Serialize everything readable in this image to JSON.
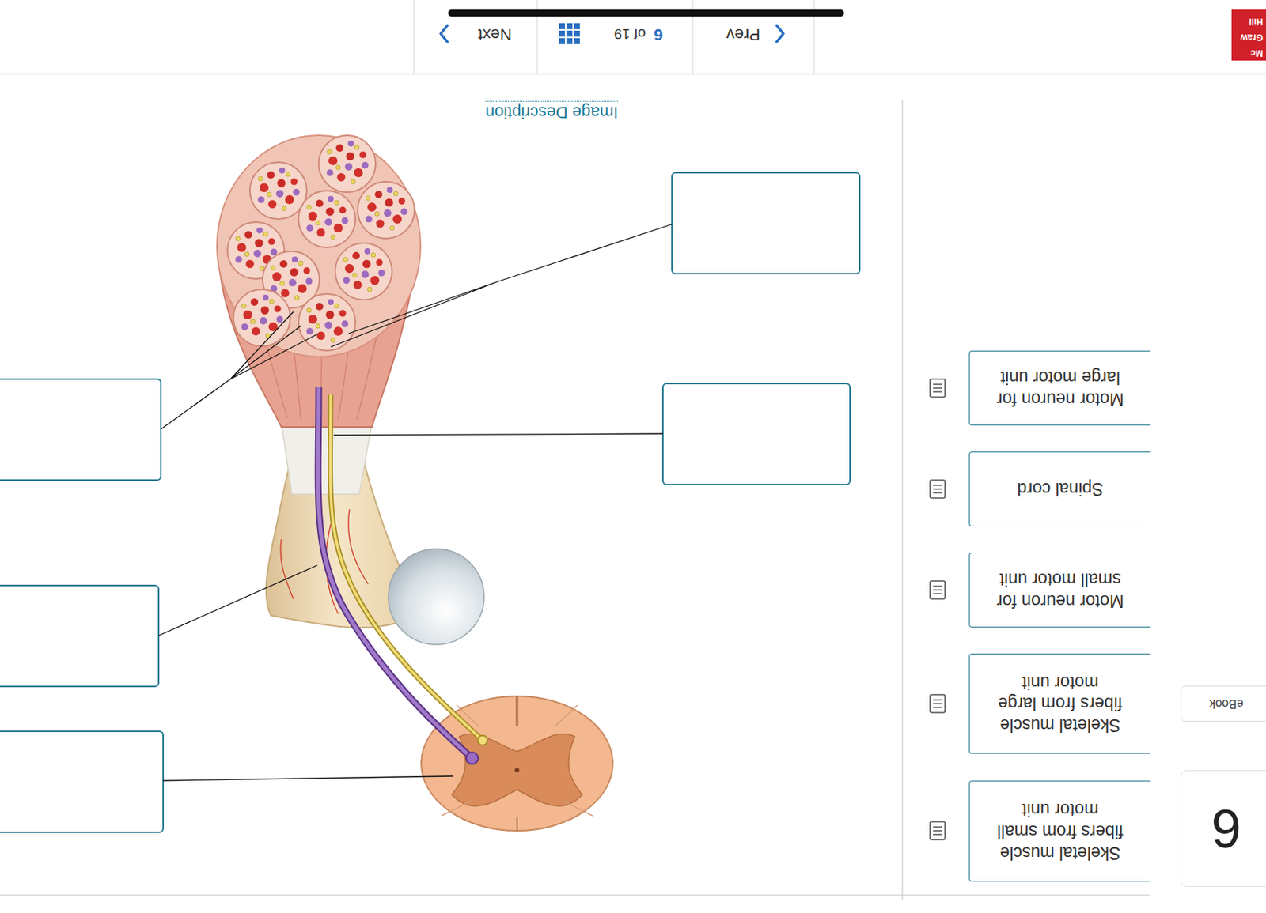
{
  "diagram": {
    "nodes": [
      {
        "text": [
          "6"
        ]
      },
      {
        "text": [
          "Skeletal muscle fibers from small motor unit"
        ]
      },
      {
        "text": [
          "Skeletal muscle fibers from large motor unit"
        ]
      },
      {
        "text": [
          "eBook"
        ]
      },
      {
        "text": [
          "Motor neuron for small motor unit"
        ]
      },
      {
        "text": [
          "Spinal cord"
        ]
      },
      {
        "text": [
          "Motor neuron for large motor unit"
        ]
      }
    ],
    "labels": [
      "Image Description",
      "Mc",
      "Graw",
      "Hill",
      "Prev",
      "6",
      "of 19",
      "Next"
    ]
  }
}
